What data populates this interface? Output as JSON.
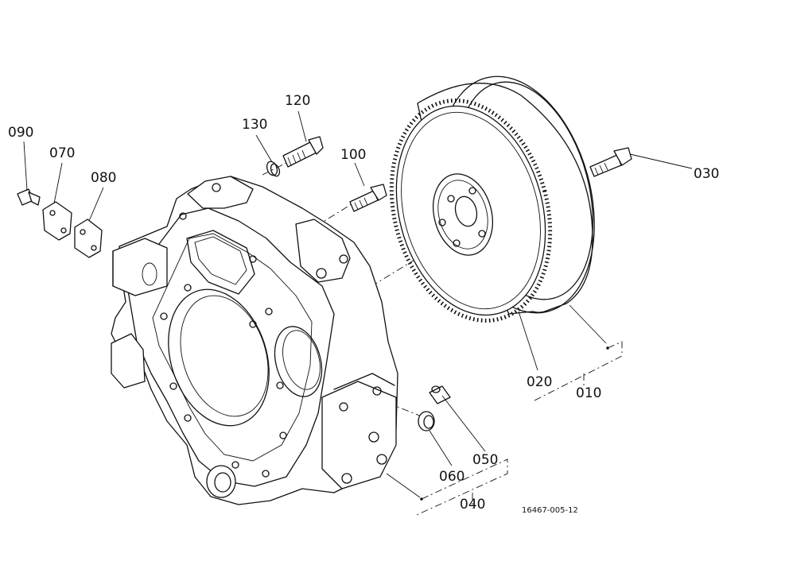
{
  "diagram": {
    "figure_code": "16467-005-12",
    "callouts": [
      {
        "id": "p090",
        "text": "090"
      },
      {
        "id": "p070",
        "text": "070"
      },
      {
        "id": "p080",
        "text": "080"
      },
      {
        "id": "p130",
        "text": "130"
      },
      {
        "id": "p120",
        "text": "120"
      },
      {
        "id": "p100",
        "text": "100"
      },
      {
        "id": "p030",
        "text": "030"
      },
      {
        "id": "p020",
        "text": "020"
      },
      {
        "id": "p010",
        "text": "010"
      },
      {
        "id": "p050",
        "text": "050"
      },
      {
        "id": "p060",
        "text": "060"
      },
      {
        "id": "p040",
        "text": "040"
      }
    ]
  }
}
